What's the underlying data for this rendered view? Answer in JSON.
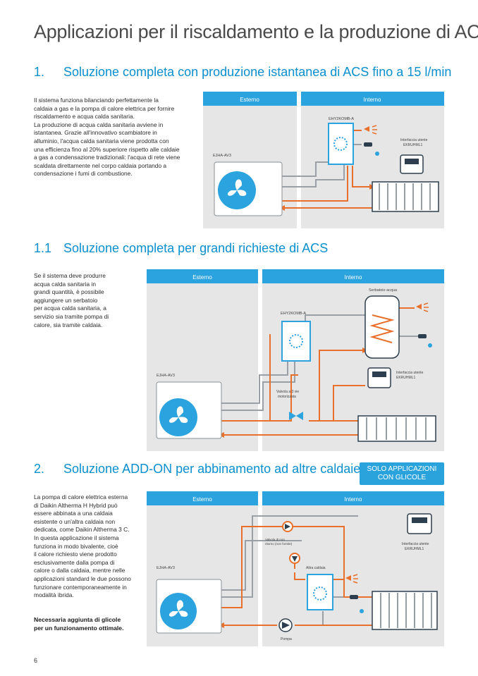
{
  "page": {
    "title": "Applicazioni per il riscaldamento e la produzione di ACS",
    "page_number": "6"
  },
  "section1": {
    "number": "1.",
    "title": "Soluzione completa con produzione istantanea di ACS fino a 15 l/min",
    "lines": [
      "Il sistema funziona bilanciando perfettamente la",
      "caldaia a gas e la pompa di calore elettrica per fornire",
      "riscaldamento e acqua calda sanitaria.",
      "La produzione di acqua calda sanitaria avviene in",
      "istantanea. Grazie all'innovativo scambiatore in",
      "alluminio, l'acqua calda sanitaria viene prodotta con",
      "una efficienza fino al 20% superiore rispetto alle caldaie",
      "a gas a condensazione tradizionali: l'acqua di rete viene",
      "scaldata direttamente nel corpo caldaia portando a",
      "condensazione i fumi di combustione."
    ],
    "diagram": {
      "outdoor_label": "Esterno",
      "indoor_label": "Interno",
      "outdoor_unit": "EJHA-AV3",
      "boiler": "EHY2KOMB-A",
      "interface": [
        "Interfaccia utente",
        "EKRUHML1"
      ]
    }
  },
  "section11": {
    "number": "1.1",
    "title": "Soluzione completa per grandi richieste di ACS",
    "lines": [
      "Se il sistema deve produrre",
      "acqua calda sanitaria in",
      "grandi quantità, è possibile",
      "aggiungere un serbatoio",
      "per acqua calda sanitaria, a",
      "servizio sia tramite pompa di",
      "calore, sia tramite caldaia."
    ],
    "diagram": {
      "outdoor_label": "Esterno",
      "indoor_label": "Interno",
      "outdoor_unit": "EJHA-AV3",
      "boiler": "EHY2KOMB-A",
      "tank": "Serbatoio acqua",
      "valve": [
        "Valvola a 3 vie",
        "motorizzata"
      ],
      "interface": [
        "Interfaccia utente",
        "EKRUHML1"
      ]
    }
  },
  "section2": {
    "number": "2.",
    "title": "Soluzione ADD-ON per abbinamento ad altre caldaie",
    "badge": [
      "SOLO APPLICAZIONI",
      "CON GLICOLE"
    ],
    "lines": [
      "La pompa di calore elettrica esterna",
      "di Daikin Altherma H Hybrid può",
      "essere abbinata a una caldaia",
      "esistente o un'altra caldaia non",
      "dedicata, come Daikin Altherma 3 C.",
      "In questa applicazione il sistema",
      "funziona in modo bivalente, cioè",
      "il calore richiesto viene prodotto",
      "esclusivamente dalla pompa di",
      "calore o dalla caldaia, mentre nelle",
      "applicazioni standard le due possono",
      "funzionare contemporaneamente in",
      "modalità ibrida."
    ],
    "note": [
      "Necessaria aggiunta di glicole",
      "per un funzionamento ottimale."
    ],
    "diagram": {
      "outdoor_label": "Esterno",
      "indoor_label": "Interno",
      "outdoor_unit": "EJHA-AV3",
      "check_valve": [
        "Valvola di non",
        "ritorno (non fornite)"
      ],
      "boiler": "Altra caldaia",
      "pump": "Pompa",
      "interface": [
        "Interfaccia utente",
        "EKRUHML1"
      ]
    }
  },
  "colors": {
    "blue_header": "#2ba3de",
    "diagram_bg": "#e6e6e6",
    "hot_pipe": "#e8702a",
    "cold_pipe": "#9aa0a6",
    "accent_blue": "#0a8fcf"
  }
}
